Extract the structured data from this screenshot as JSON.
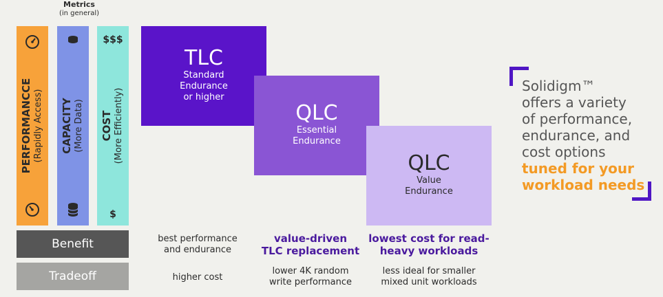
{
  "metrics_header": {
    "title": "Metrics",
    "subtitle": "(in general)"
  },
  "columns": [
    {
      "id": "performance",
      "label": "PERFORMANCCE",
      "sublabel": "(Rapidly Access)",
      "color": "#f7a23a",
      "icon_top": "speedometer-icon",
      "icon_bottom": "speedometer-icon"
    },
    {
      "id": "capacity",
      "label": "CAPACITY",
      "sublabel": "(More Data)",
      "color": "#7f93e6",
      "icon_top": "database-small-icon",
      "icon_bottom": "database-large-icon"
    },
    {
      "id": "cost",
      "label": "COST",
      "sublabel": "(More Efficiently)",
      "color": "#8ee6dc",
      "icon_top_text": "$$$",
      "icon_bottom_text": "$"
    }
  ],
  "rows": {
    "benefit": "Benefit",
    "tradeoff": "Tradeoff"
  },
  "boxes": [
    {
      "title": "TLC",
      "lines": [
        "Standard",
        "Endurance",
        "or higher"
      ],
      "color": "#5a14c9"
    },
    {
      "title": "QLC",
      "lines": [
        "Essential",
        "Endurance"
      ],
      "color": "#8a55d4"
    },
    {
      "title": "QLC",
      "lines": [
        "Value",
        "Endurance"
      ],
      "color": "#cdb9f3"
    }
  ],
  "benefits": [
    {
      "lines": [
        "best performance",
        "and endurance"
      ]
    },
    {
      "lines": [
        "value-driven",
        "TLC replacement"
      ]
    },
    {
      "lines": [
        "lowest cost for read-",
        "heavy workloads"
      ]
    }
  ],
  "tradeoffs": [
    {
      "lines": [
        "higher cost"
      ]
    },
    {
      "lines": [
        "lower 4K random",
        "write performance"
      ]
    },
    {
      "lines": [
        "less ideal for smaller",
        "mixed unit workloads"
      ]
    }
  ],
  "callout": {
    "lines": [
      "Solidigm™",
      "offers a variety",
      "of performance,",
      "endurance, and",
      "cost options"
    ],
    "highlight_lines": [
      "tuned for your",
      "workload needs"
    ],
    "accent_color": "#4f16c4",
    "highlight_color": "#f39a25"
  }
}
